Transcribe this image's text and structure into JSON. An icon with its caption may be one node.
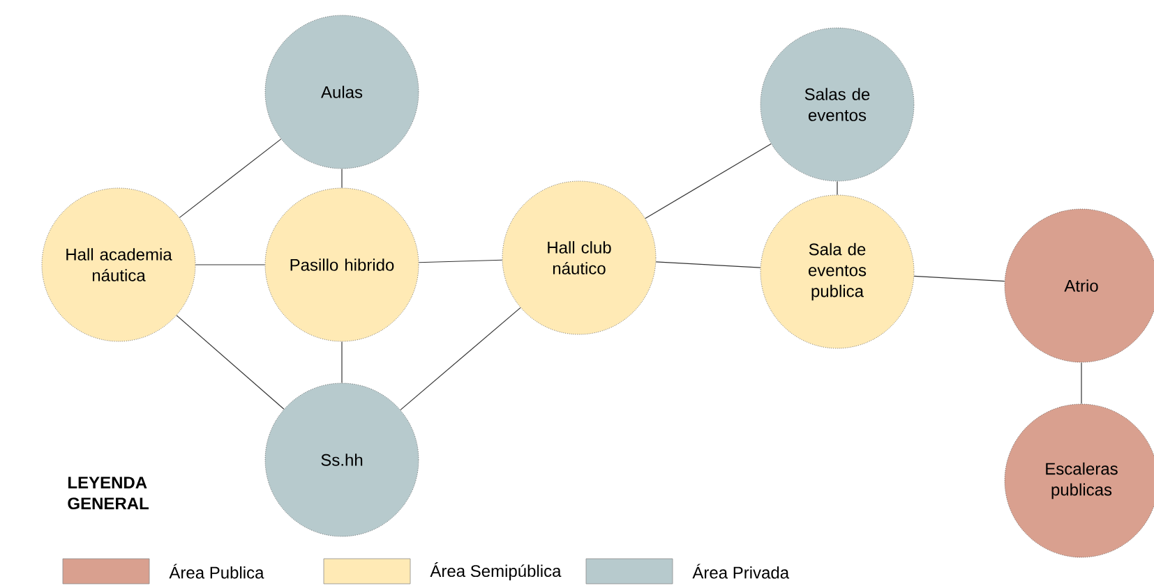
{
  "diagram": {
    "nodes": [
      {
        "text": [
          "Aulas"
        ]
      },
      {
        "text": [
          "Salas de eventos"
        ]
      },
      {
        "text": [
          "Hall academia náutica"
        ]
      },
      {
        "text": [
          "Pasillo hibrido"
        ]
      },
      {
        "text": [
          "Hall club náutico"
        ]
      },
      {
        "text": [
          "Sala de eventos publica"
        ]
      },
      {
        "text": [
          "Atrio"
        ]
      },
      {
        "text": [
          "Ss.hh"
        ]
      },
      {
        "text": [
          "Escaleras publicas"
        ]
      }
    ],
    "edges": [
      {
        "from": 2,
        "to": 0,
        "arrow": "none"
      },
      {
        "from": 0,
        "to": 3,
        "arrow": "none"
      },
      {
        "from": 2,
        "to": 3,
        "arrow": "none"
      },
      {
        "from": 2,
        "to": 7,
        "arrow": "none"
      },
      {
        "from": 3,
        "to": 7,
        "arrow": "none"
      },
      {
        "from": 3,
        "to": 4,
        "arrow": "none"
      },
      {
        "from": 7,
        "to": 4,
        "arrow": "none"
      },
      {
        "from": 4,
        "to": 1,
        "arrow": "none"
      },
      {
        "from": 4,
        "to": 5,
        "arrow": "none"
      },
      {
        "from": 1,
        "to": 5,
        "arrow": "none"
      },
      {
        "from": 5,
        "to": 6,
        "arrow": "none"
      },
      {
        "from": 6,
        "to": 8,
        "arrow": "none"
      }
    ],
    "labels": [
      "LEYENDA GENERAL"
    ],
    "legend": [
      {
        "text": "Área Publica",
        "color": "#d9a08f"
      },
      {
        "text": "Área Semipública",
        "color": "#ffeab5"
      },
      {
        "text": "Área Privada",
        "color": "#b7cacd"
      }
    ]
  }
}
